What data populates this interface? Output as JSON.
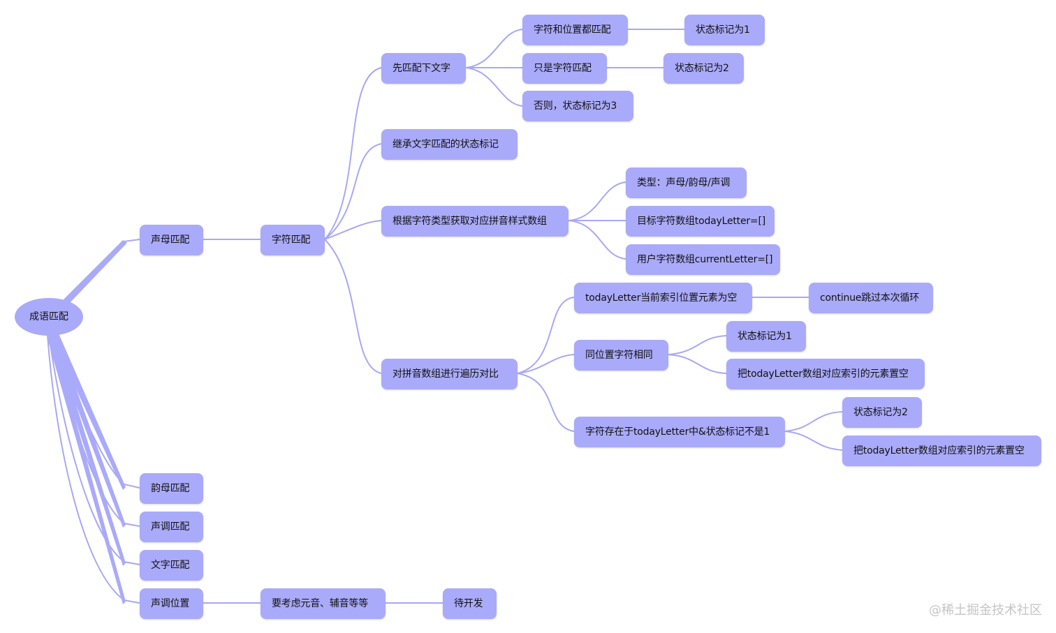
{
  "root": {
    "label": "成语匹配"
  },
  "level1": {
    "shengmu": "声母匹配",
    "yunmu": "韵母匹配",
    "shengdiao": "声调匹配",
    "wenzi": "文字匹配",
    "shengdiao_weizhi": "声调位置"
  },
  "zifu": {
    "label": "字符匹配",
    "xian": {
      "label": "先匹配下文字",
      "a": "字符和位置都匹配",
      "a_result": "状态标记为1",
      "b": "只是字符匹配",
      "b_result": "状态标记为2",
      "c": "否则，状态标记为3"
    },
    "jicheng": "继承文字匹配的状态标记",
    "genju": {
      "label": "根据字符类型获取对应拼音样式数组",
      "type": "类型：声母/韵母/声调",
      "target": "目标字符数组todayLetter=[]",
      "user": "用户字符数组currentLetter=[]"
    },
    "bianli": {
      "label": "对拼音数组进行遍历对比",
      "empty": "todayLetter当前索引位置元素为空",
      "empty_result": "continue跳过本次循环",
      "same": "同位置字符相同",
      "same_r1": "状态标记为1",
      "same_r2": "把todayLetter数组对应索引的元素置空",
      "exist": "字符存在于todayLetter中&状态标记不是1",
      "exist_r1": "状态标记为2",
      "exist_r2": "把todayLetter数组对应索引的元素置空"
    }
  },
  "position": {
    "consider": "要考虑元音、辅音等等",
    "pending": "待开发"
  },
  "watermark": "@稀土掘金技术社区",
  "colors": {
    "node": "#aaaafa",
    "link": "#a8a8f4",
    "text": "#111111"
  }
}
